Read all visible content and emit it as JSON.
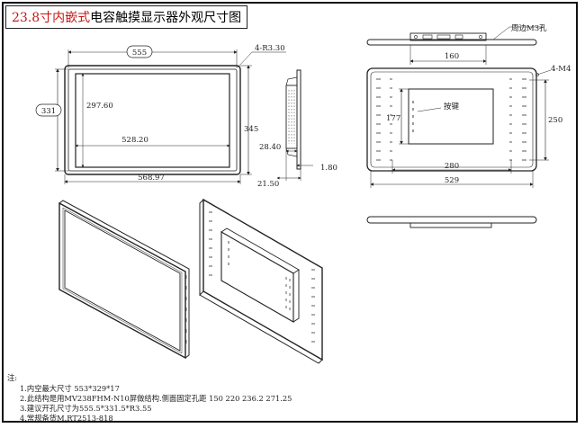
{
  "title": {
    "highlight": "23.8寸内嵌式",
    "rest": "电容触摸显示器外观尺寸图"
  },
  "front_view": {
    "dim_width_outer": "555",
    "dim_height_outer": "331",
    "dim_inner_height": "297.60",
    "dim_inner_width": "528.20",
    "dim_total_width": "568.97",
    "dim_total_height": "345",
    "corner_radius": "4-R3.30"
  },
  "side_view": {
    "dim_depth": "28.40",
    "dim_bezel": "1.80",
    "dim_total_depth": "21.50"
  },
  "top_view": {
    "label_holes": "周边M3孔",
    "dim_port_width": "160"
  },
  "back_view": {
    "label_mount": "4-M4",
    "label_buttons": "按键",
    "dim_vesa_h": "177",
    "dim_right_h": "250",
    "dim_vesa_w": "280",
    "dim_total_w": "529"
  },
  "notes": {
    "heading": "注:",
    "lines": [
      "1.内空最大尺寸 553*329*17",
      "2.此结构是用MV238FHM-N10屏做结构.侧面固定孔距 150 220 236.2  271.25",
      "3.建议开孔尺寸为555.5*331.5*R3.55",
      "4.常规备货M.RT2513-818"
    ]
  }
}
